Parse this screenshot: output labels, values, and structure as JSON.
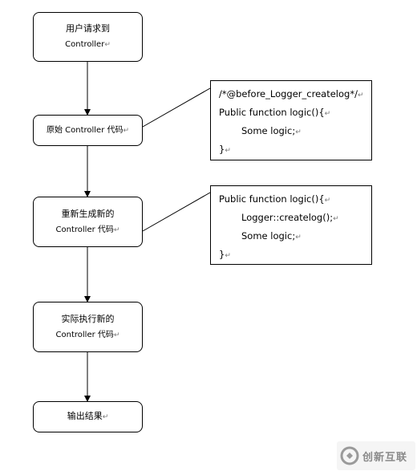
{
  "flow": {
    "step1": {
      "line1": "用户请求到",
      "line2": "Controller"
    },
    "step2": {
      "line1": "原始 Controller 代码"
    },
    "step3": {
      "line1": "重新生成新的",
      "line2": "Controller 代码"
    },
    "step4": {
      "line1": "实际执行新的",
      "line2": "Controller 代码"
    },
    "step5": {
      "line1": "输出结果"
    }
  },
  "code_before": {
    "lines": [
      "/*@before_Logger_createlog*/",
      "Public function logic(){",
      "Some logic;",
      "}"
    ]
  },
  "code_after": {
    "lines": [
      "Public function logic(){",
      "Logger::createlog();",
      "Some logic;",
      "}"
    ]
  },
  "paragraph_mark": "↵",
  "watermark": {
    "text": "创新互联"
  }
}
